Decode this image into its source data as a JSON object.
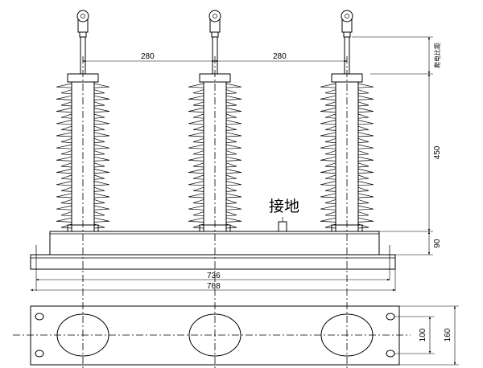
{
  "drawing": {
    "dimensions": {
      "phase_spacing_left": "280",
      "phase_spacing_right": "280",
      "creepage_note": "爬电比距",
      "insulator_height": "450",
      "base_height": "90",
      "mounting_span": "736",
      "overall_length": "768",
      "hole_spacing": "100",
      "base_width": "160"
    },
    "labels": {
      "ground": "接地"
    },
    "colors": {
      "line": "#000000",
      "background": "#ffffff"
    }
  }
}
